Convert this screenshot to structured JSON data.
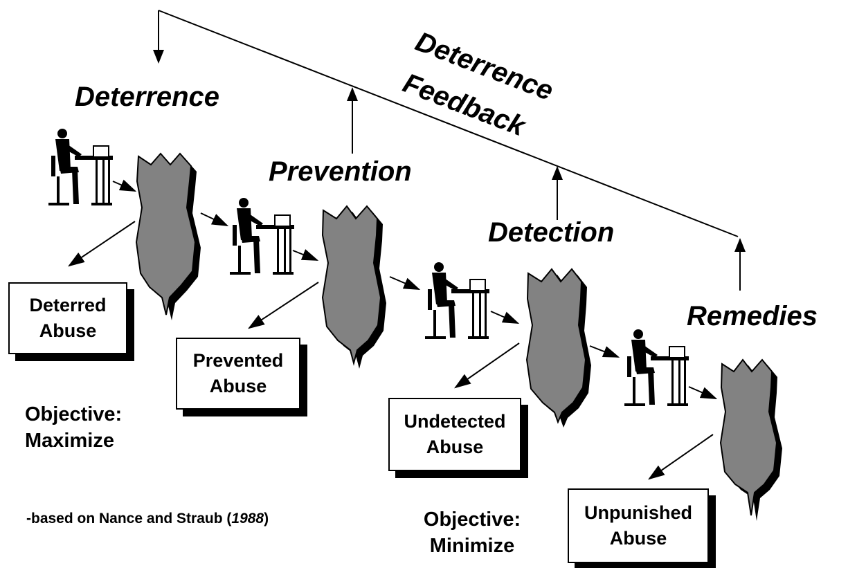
{
  "feedback_label": {
    "line1": "Deterrence",
    "line2": "Feedback"
  },
  "stages": [
    {
      "title": "Deterrence",
      "outcome_line1": "Deterred",
      "outcome_line2": "Abuse"
    },
    {
      "title": "Prevention",
      "outcome_line1": "Prevented",
      "outcome_line2": "Abuse"
    },
    {
      "title": "Detection",
      "outcome_line1": "Undetected",
      "outcome_line2": "Abuse"
    },
    {
      "title": "Remedies",
      "outcome_line1": "Unpunished",
      "outcome_line2": "Abuse"
    }
  ],
  "objectives": {
    "maximize": {
      "line1": "Objective:",
      "line2": "Maximize"
    },
    "minimize": {
      "line1": "Objective:",
      "line2": "Minimize"
    }
  },
  "citation": {
    "prefix": "-based on Nance and Straub (",
    "year": "1988",
    "suffix": ")"
  },
  "colors": {
    "shape_fill": "#828282",
    "stroke": "#000000",
    "background": "#ffffff"
  }
}
